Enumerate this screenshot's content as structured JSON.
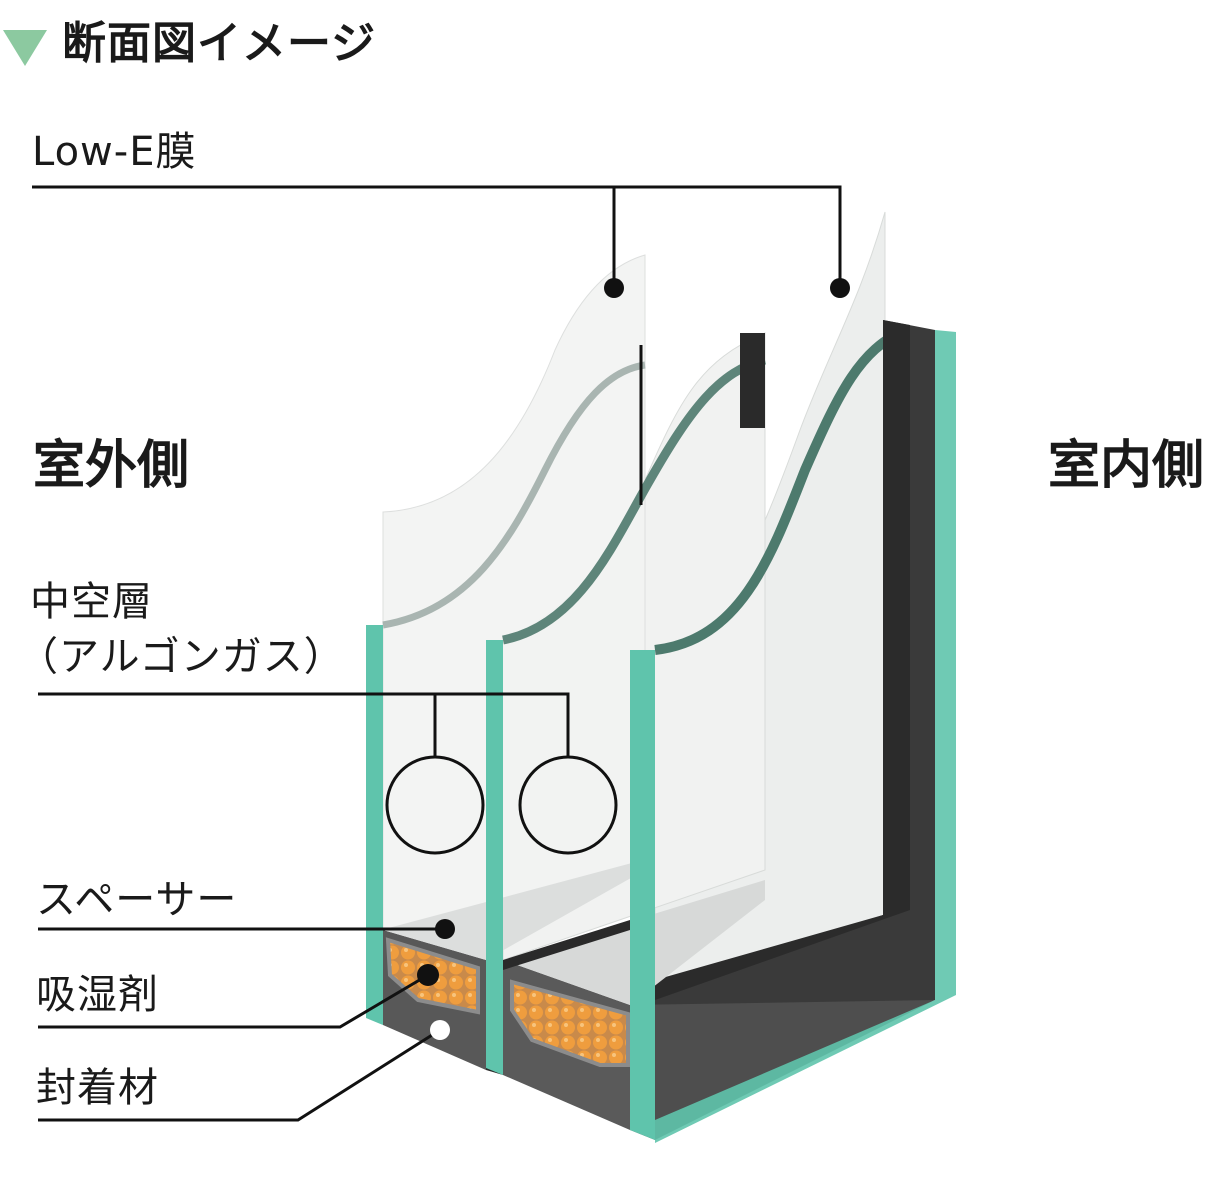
{
  "header": {
    "title": "断面図イメージ",
    "marker_icon": "triangle-down-icon",
    "marker_color": "#8cc9a0"
  },
  "sides": {
    "outside": "室外側",
    "inside": "室内側"
  },
  "labels": {
    "low_e": "Low-E膜",
    "air_layer_line1": "中空層",
    "air_layer_line2": "（アルゴンガス）",
    "spacer": "スペーサー",
    "desiccant": "吸湿剤",
    "sealant": "封着材"
  },
  "colors": {
    "glass_edge": "#5fc4ac",
    "spacer": "#3a3a3a",
    "desiccant": "#e89a3c",
    "line": "#111111"
  }
}
